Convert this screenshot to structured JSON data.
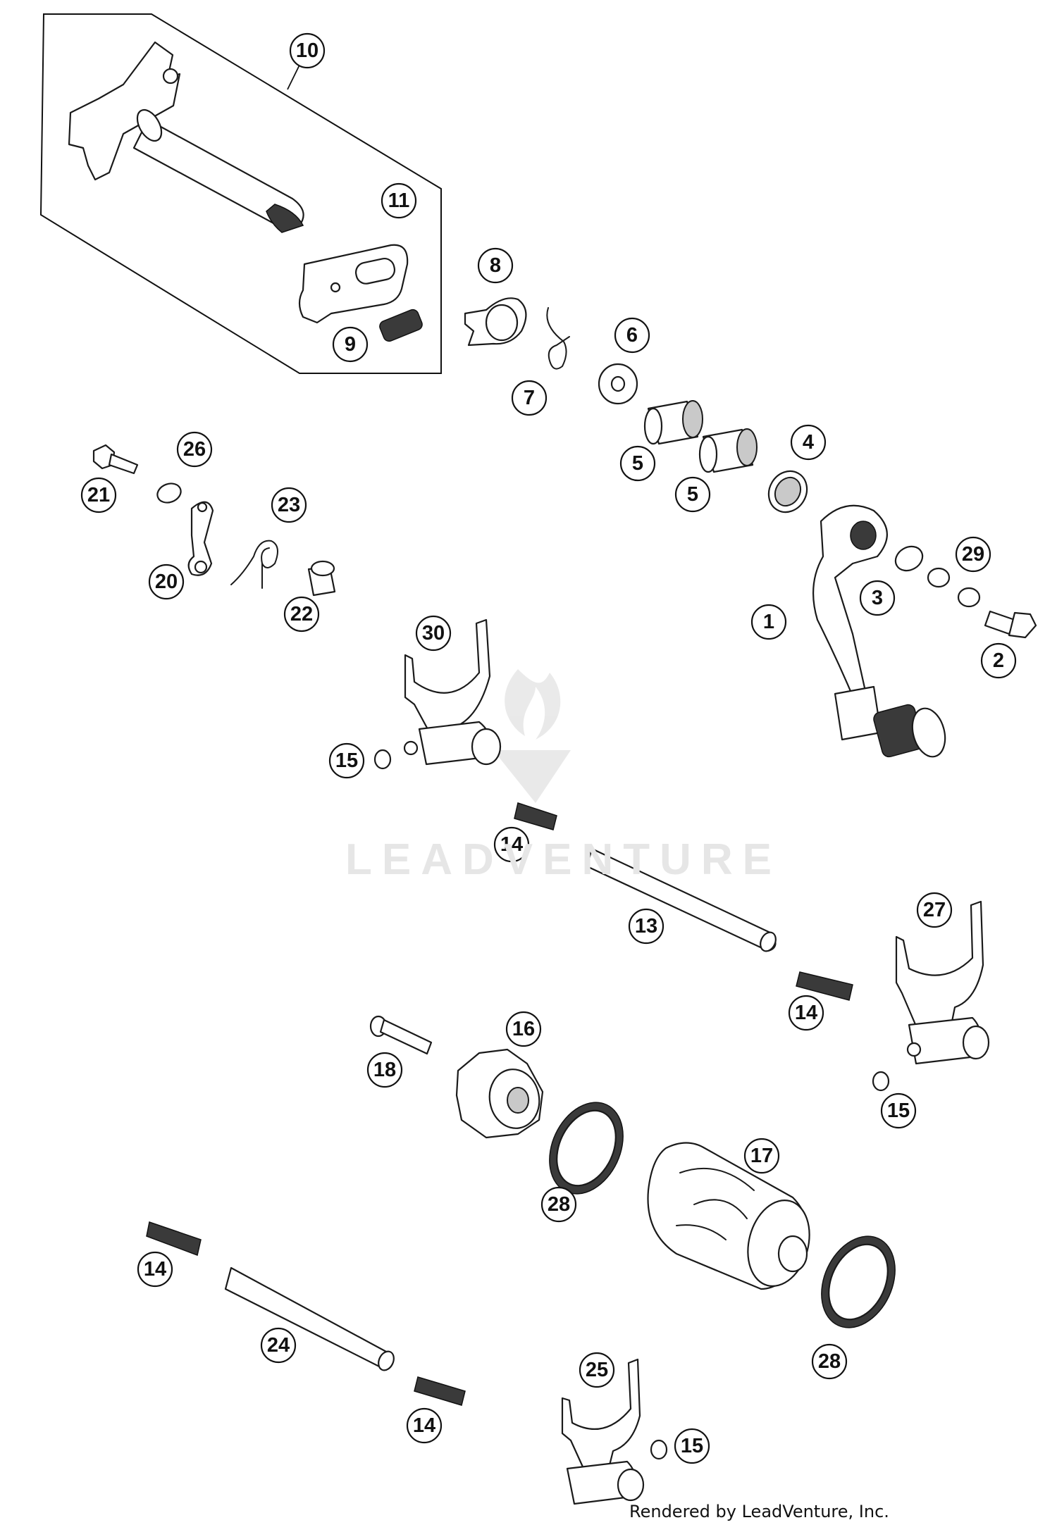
{
  "watermark": "LEADVENTURE",
  "credit": "Rendered by LeadVenture, Inc.",
  "callouts": {
    "c1": "1",
    "c2": "2",
    "c3": "3",
    "c4": "4",
    "c5a": "5",
    "c5b": "5",
    "c6": "6",
    "c7": "7",
    "c8": "8",
    "c9": "9",
    "c10": "10",
    "c11": "11",
    "c13": "13",
    "c14a": "14",
    "c14b": "14",
    "c14c": "14",
    "c14d": "14",
    "c15a": "15",
    "c15b": "15",
    "c15c": "15",
    "c16": "16",
    "c17": "17",
    "c18": "18",
    "c20": "20",
    "c21": "21",
    "c22": "22",
    "c23": "23",
    "c24": "24",
    "c25": "25",
    "c26": "26",
    "c27": "27",
    "c28a": "28",
    "c28b": "28",
    "c29": "29",
    "c30": "30"
  }
}
